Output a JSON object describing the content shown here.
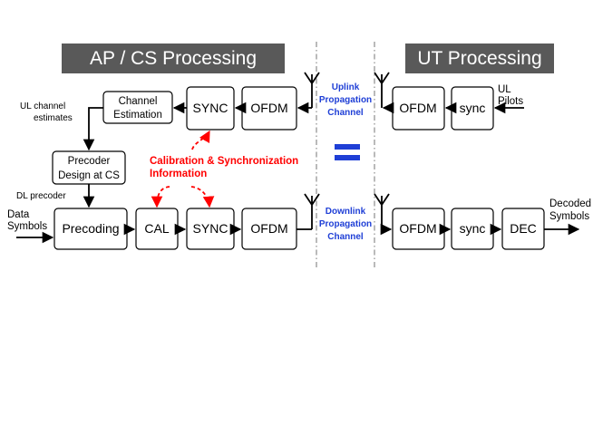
{
  "headers": {
    "ap_cs": "AP / CS Processing",
    "ut": "UT Processing"
  },
  "blocks": {
    "channel_estimation": [
      "Channel",
      "Estimation"
    ],
    "precoder_design": [
      "Precoder",
      "Design at CS"
    ],
    "precoding": "Precoding",
    "cal": "CAL",
    "sync_uplink": "SYNC",
    "sync_downlink": "SYNC",
    "ofdm_uplink_ap": "OFDM",
    "ofdm_downlink_ap": "OFDM",
    "ofdm_uplink_ut": "OFDM",
    "ofdm_downlink_ut": "OFDM",
    "sync_ut_uplink": "sync",
    "sync_ut_downlink": "sync",
    "dec": "DEC"
  },
  "labels": {
    "ul_channel_estimates": [
      "UL channel",
      "estimates"
    ],
    "dl_precoder": "DL  precoder",
    "data_symbols": [
      "Data",
      "Symbols"
    ],
    "ul_pilots": [
      "UL",
      "Pilots"
    ],
    "decoded_symbols": [
      "Decoded",
      "Symbols"
    ],
    "calibration_info": [
      "Calibration & Synchronization",
      "Information"
    ]
  },
  "channels": {
    "uplink": [
      "Uplink",
      "Propagation",
      "Channel"
    ],
    "downlink": [
      "Downlink",
      "Propagation",
      "Channel"
    ]
  },
  "colors": {
    "header_bg": "#595959",
    "channel_text": "#1f3fd6",
    "equals_sign": "#1f3fd6",
    "calibration": "#ff0000"
  }
}
